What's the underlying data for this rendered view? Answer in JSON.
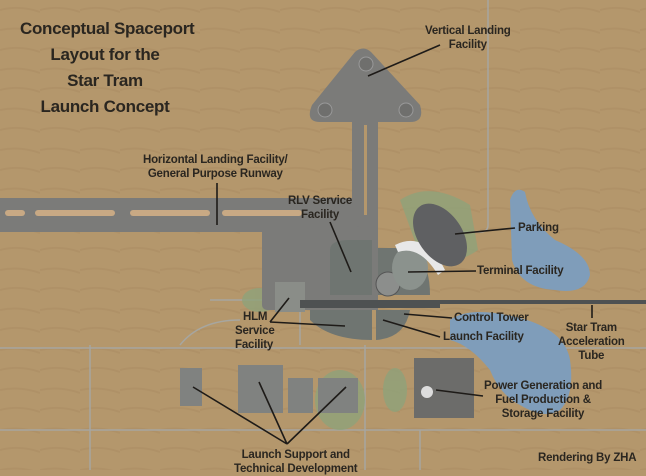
{
  "title": [
    "Conceptual Spaceport",
    "Layout for the",
    "Star Tram",
    "Launch Concept"
  ],
  "labels": {
    "vertical_landing": [
      "Vertical Landing",
      "Facility"
    ],
    "horizontal_landing": [
      "Horizontal Landing Facility/",
      "General Purpose Runway"
    ],
    "rlv_service": [
      "RLV Service",
      "Facility"
    ],
    "parking": "Parking",
    "terminal": "Terminal Facility",
    "control_tower": "Control Tower",
    "launch_facility": "Launch Facility",
    "star_tram": [
      "Star Tram",
      "Acceleration",
      "Tube"
    ],
    "hlm_service": [
      "HLM",
      "Service",
      "Facility"
    ],
    "power_generation": [
      "Power Generation and",
      "Fuel Production &",
      "Storage Facility"
    ],
    "launch_support": [
      "Launch Support and",
      "Technical Development"
    ],
    "credit": "Rendering By ZHA"
  },
  "colors": {
    "ground": "#b4976c",
    "pavement": "#7b7b79",
    "water": "#7f9dba",
    "vegetation": "#8fa27a"
  }
}
